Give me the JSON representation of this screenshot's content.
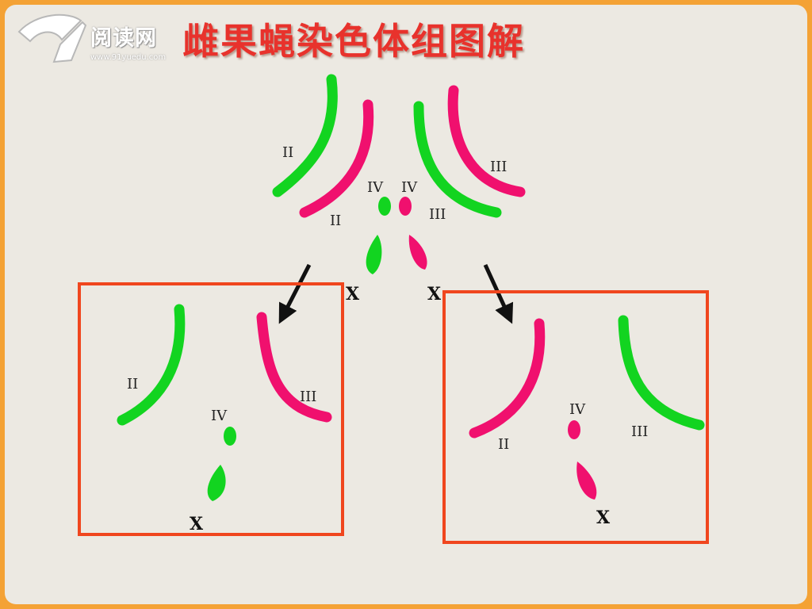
{
  "title": "雌果蝇染色体组图解",
  "logo": {
    "name": "阅读网",
    "url": "www.91yuedu.com"
  },
  "labels": {
    "top_II_green": "II",
    "top_II_pink": "II",
    "top_IV_green": "IV",
    "top_IV_pink": "IV",
    "top_III_pink": "III",
    "top_III_green": "III",
    "top_X_green": "X",
    "top_X_pink": "X",
    "left_II": "II",
    "left_III": "III",
    "left_IV": "IV",
    "left_X": "X",
    "right_II": "II",
    "right_III": "III",
    "right_IV": "IV",
    "right_X": "X"
  },
  "colors": {
    "green": "#12d420",
    "pink": "#f0106e",
    "box": "#f0461e",
    "title": "#e8322c",
    "background": "#ece9e2",
    "frame": "#f4a235"
  }
}
